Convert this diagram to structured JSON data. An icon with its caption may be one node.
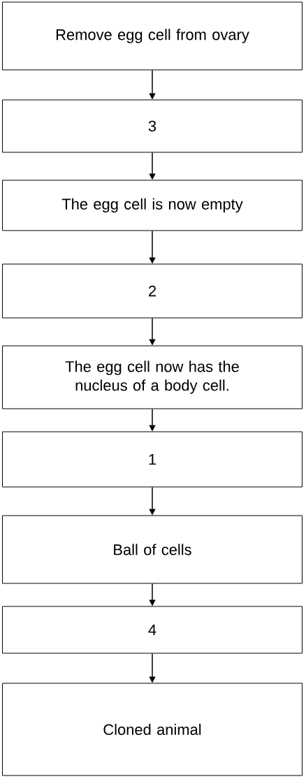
{
  "diagram": {
    "nodes": [
      {
        "text": [
          "Remove egg cell from ovary"
        ]
      },
      {
        "text": [
          "3"
        ]
      },
      {
        "text": [
          "The egg cell is now empty"
        ]
      },
      {
        "text": [
          "2"
        ]
      },
      {
        "text": [
          "The egg cell now has the nucleus of a body cell."
        ]
      },
      {
        "text": [
          "1"
        ]
      },
      {
        "text": [
          "Ball of cells"
        ]
      },
      {
        "text": [
          "4"
        ]
      },
      {
        "text": [
          "Cloned animal"
        ]
      }
    ],
    "edges": [
      {
        "from": 0,
        "to": 1,
        "arrow": "to"
      },
      {
        "from": 1,
        "to": 2,
        "arrow": "to"
      },
      {
        "from": 2,
        "to": 3,
        "arrow": "to"
      },
      {
        "from": 3,
        "to": 4,
        "arrow": "to"
      },
      {
        "from": 4,
        "to": 5,
        "arrow": "to"
      },
      {
        "from": 5,
        "to": 6,
        "arrow": "to"
      },
      {
        "from": 6,
        "to": 7,
        "arrow": "to"
      },
      {
        "from": 7,
        "to": 8,
        "arrow": "to"
      }
    ]
  }
}
